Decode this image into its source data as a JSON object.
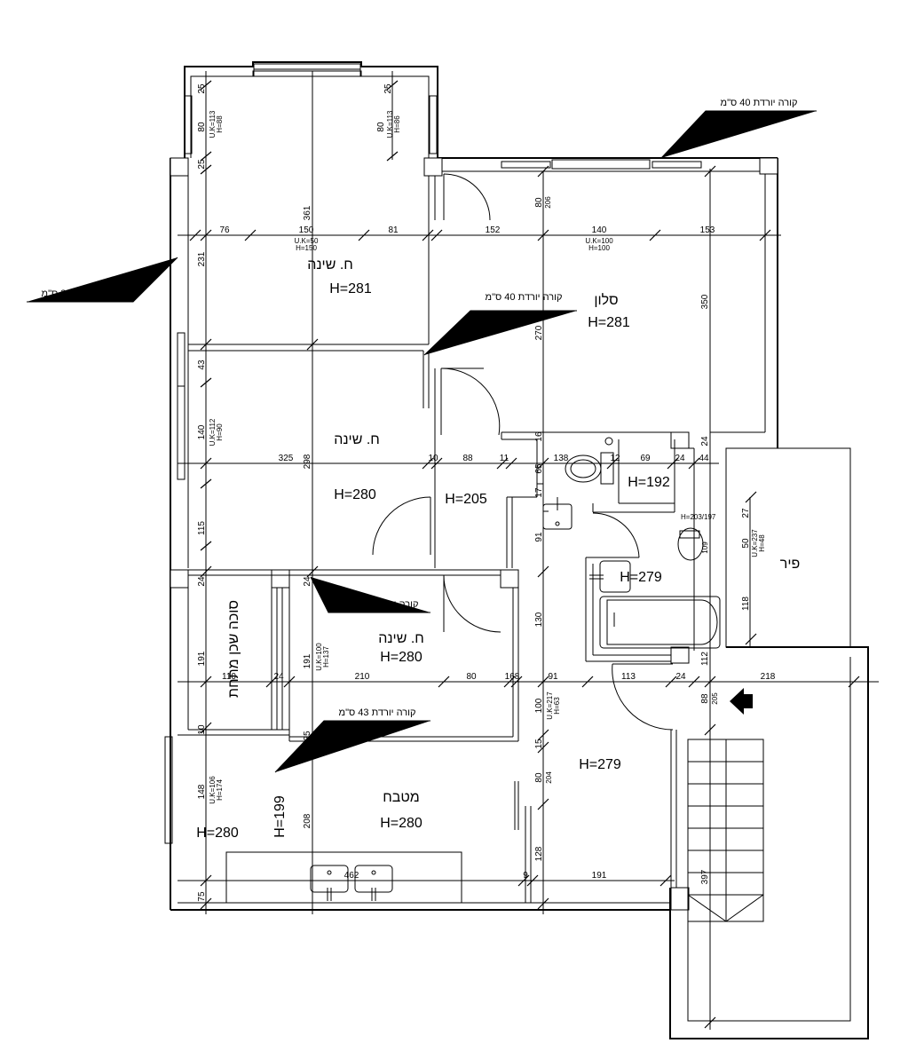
{
  "rooms": {
    "bedroom1": {
      "name": "ח. שינה",
      "height": "H=281"
    },
    "bedroom2": {
      "name": "ח. שינה",
      "height": "H=280"
    },
    "bedroom3": {
      "name": "ח. שינה",
      "height": "H=280"
    },
    "living": {
      "name": "סלון",
      "height": "H=281"
    },
    "kitchen": {
      "name": "מטבח",
      "height": "H=280"
    },
    "hall": {
      "height": "H=205"
    },
    "wc": {
      "height": "H=192"
    },
    "bath": {
      "height": "H=279"
    },
    "entry": {
      "height": "H=279"
    },
    "kitchen_side": {
      "height": "H=280"
    },
    "kitchen_199": {
      "height": "H=199"
    },
    "sukkah": {
      "name": "סוכה שכן מתחת"
    },
    "pir": {
      "name": "פיר"
    }
  },
  "notes": {
    "beam_top": "קורה יורדת 40 ס\"מ",
    "beam_left": "קורה יורדת 38 ס\"מ",
    "beam_mid": "קורה יורדת 40 ס\"מ",
    "beam_39": "קורה יורדת 39 ס\"מ",
    "beam_43": "קורה יורדת 43 ס\"מ"
  },
  "dims": {
    "d25a": "25",
    "d80a": "80",
    "ukA": "U.K=113",
    "hA": "H=88",
    "d25b": "25",
    "d80b": "80",
    "ukB": "U.K=113",
    "hB": "H=86",
    "d25c": "25",
    "d361": "361",
    "d76": "76",
    "d150": "150",
    "ukC": "U.K=50",
    "hC": "H=150",
    "d81": "81",
    "d152": "152",
    "d140": "140",
    "ukD": "U.K=100",
    "hD": "H=100",
    "d153": "153",
    "d80c": "80",
    "d206": "206",
    "d231": "231",
    "d270": "270",
    "d350": "350",
    "d43": "43",
    "d140b": "140",
    "ukE": "U.K=112",
    "hE": "H=90",
    "d298": "298",
    "d325": "325",
    "d10": "10",
    "d88": "88",
    "d11": "11",
    "d138": "138",
    "d16": "16",
    "d65": "65",
    "d12": "12",
    "d69": "69",
    "d24a": "24",
    "d44": "44",
    "d24b": "24",
    "d17": "17",
    "d115": "115",
    "d91": "91",
    "h203": "H=203/197",
    "d27": "27",
    "d50": "50",
    "ukF": "U.K=237",
    "hF": "H=48",
    "d109": "109",
    "d24c": "24",
    "d24d": "24",
    "d118": "118",
    "d130": "130",
    "d191": "191",
    "ukG": "U.K=100",
    "hG": "H=137",
    "d110": "110",
    "d24e": "24",
    "d210": "210",
    "d80d": "80",
    "d168": "168",
    "d91b": "91",
    "d113": "113",
    "d24f": "24",
    "d218": "218",
    "d112": "112",
    "d100": "100",
    "ukH": "U.K=217",
    "hH": "H=63",
    "d88b": "88",
    "d205": "205",
    "d10b": "10",
    "d15": "15",
    "d25d": "25",
    "d148": "148",
    "ukI": "U.K=106",
    "hI": "H=174",
    "d80e": "80",
    "d204": "204",
    "d208": "208",
    "d128": "128",
    "d75": "75",
    "d462": "462",
    "d9": "9",
    "d191b": "191",
    "d397": "397"
  },
  "colors": {
    "ink": "#000000",
    "paper": "#ffffff"
  }
}
